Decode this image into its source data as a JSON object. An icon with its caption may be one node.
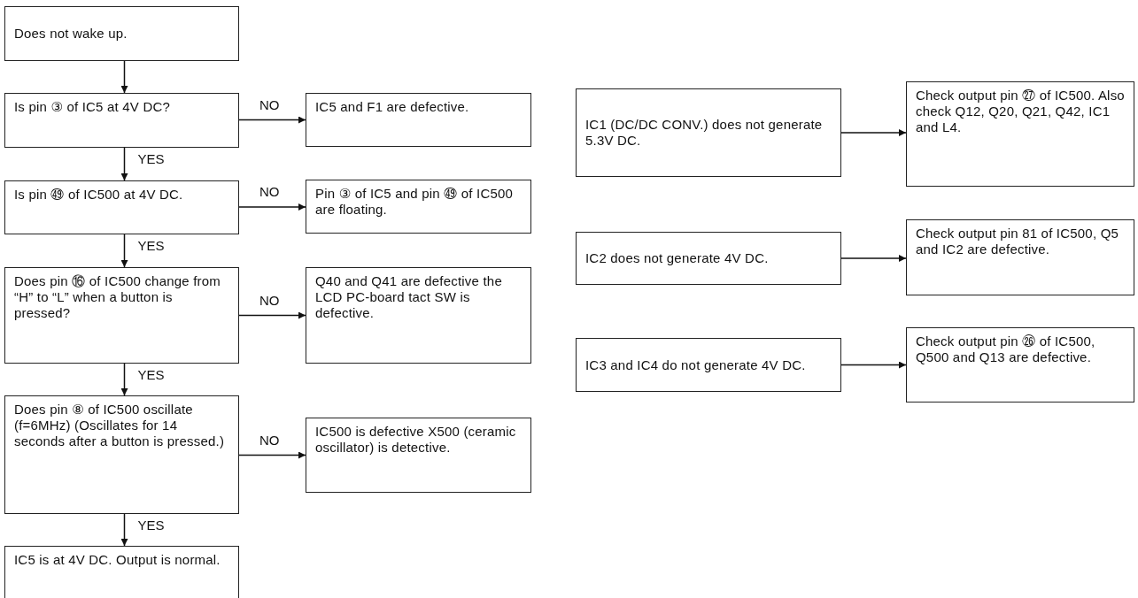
{
  "diagram": {
    "nodes": [
      {
        "text": [
          "Does not wake up."
        ]
      },
      {
        "text": [
          "Is pin ③ of IC5 at 4V DC?"
        ]
      },
      {
        "text": [
          "IC5 and F1 are defective."
        ]
      },
      {
        "text": [
          "Is pin ㊾ of IC500 at 4V DC."
        ]
      },
      {
        "text": [
          "Pin ③ of IC5 and pin ㊾ of IC500 are floating."
        ]
      },
      {
        "text": [
          "Does pin ⑯ of IC500 change from “H” to “L” when a button is pressed?"
        ]
      },
      {
        "text": [
          "Q40 and Q41 are defective the LCD PC-board tact SW is defective."
        ]
      },
      {
        "text": [
          "Does pin ⑧ of IC500 oscillate (f=6MHz) (Oscillates for 14 seconds after a button is pressed.)"
        ]
      },
      {
        "text": [
          "IC500 is defective X500 (ceramic oscillator) is detective."
        ]
      },
      {
        "text": [
          "IC5 is at 4V DC. Output is normal."
        ]
      },
      {
        "text": [
          "IC1 (DC/DC CONV.) does not generate 5.3V DC."
        ]
      },
      {
        "text": [
          "Check output pin ㉗ of IC500.   Also check Q12, Q20, Q21, Q42, IC1 and L4."
        ]
      },
      {
        "text": [
          "IC2 does not generate 4V DC."
        ]
      },
      {
        "text": [
          "Check output pin 81 of IC500, Q5 and IC2 are defective."
        ]
      },
      {
        "text": [
          "IC3 and IC4 do not generate 4V DC."
        ]
      },
      {
        "text": [
          "Check output pin ㉖ of IC500, Q500 and Q13 are defective."
        ]
      }
    ],
    "edges": [
      {
        "from": 0,
        "to": 1,
        "arrow": "to"
      },
      {
        "from": 1,
        "to": 2,
        "arrow": "to",
        "label": "NO"
      },
      {
        "from": 1,
        "to": 3,
        "arrow": "to",
        "label": "YES"
      },
      {
        "from": 3,
        "to": 4,
        "arrow": "to",
        "label": "NO"
      },
      {
        "from": 3,
        "to": 5,
        "arrow": "to",
        "label": "YES"
      },
      {
        "from": 5,
        "to": 6,
        "arrow": "to",
        "label": "NO"
      },
      {
        "from": 5,
        "to": 7,
        "arrow": "to",
        "label": "YES"
      },
      {
        "from": 7,
        "to": 8,
        "arrow": "to",
        "label": "NO"
      },
      {
        "from": 7,
        "to": 9,
        "arrow": "to",
        "label": "YES"
      },
      {
        "from": 10,
        "to": 11,
        "arrow": "to"
      },
      {
        "from": 12,
        "to": 13,
        "arrow": "to"
      },
      {
        "from": 14,
        "to": 15,
        "arrow": "to"
      }
    ]
  }
}
